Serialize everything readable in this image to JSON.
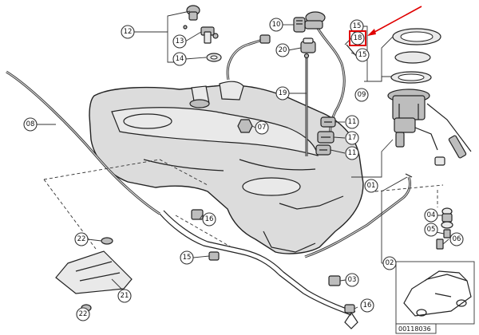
{
  "callouts": [
    {
      "id": "c12",
      "label": "12"
    },
    {
      "id": "c13",
      "label": "13"
    },
    {
      "id": "c14",
      "label": "14"
    },
    {
      "id": "c10",
      "label": "10"
    },
    {
      "id": "c15a",
      "label": "15"
    },
    {
      "id": "c18",
      "label": "18"
    },
    {
      "id": "c15b",
      "label": "15"
    },
    {
      "id": "c20",
      "label": "20"
    },
    {
      "id": "c09",
      "label": "09"
    },
    {
      "id": "c19",
      "label": "19"
    },
    {
      "id": "c08",
      "label": "08"
    },
    {
      "id": "c07",
      "label": "07"
    },
    {
      "id": "c11a",
      "label": "11"
    },
    {
      "id": "c17",
      "label": "17"
    },
    {
      "id": "c11b",
      "label": "11"
    },
    {
      "id": "c01",
      "label": "01"
    },
    {
      "id": "c16a",
      "label": "16"
    },
    {
      "id": "c04",
      "label": "04"
    },
    {
      "id": "c05",
      "label": "05"
    },
    {
      "id": "c06",
      "label": "06"
    },
    {
      "id": "c22a",
      "label": "22"
    },
    {
      "id": "c15c",
      "label": "15"
    },
    {
      "id": "c02",
      "label": "02"
    },
    {
      "id": "c21",
      "label": "21"
    },
    {
      "id": "c03",
      "label": "03"
    },
    {
      "id": "c22b",
      "label": "22"
    },
    {
      "id": "c16b",
      "label": "16"
    }
  ],
  "highlight": {
    "callout": "c18",
    "color": "#e00000"
  },
  "doc_id": "00118036"
}
